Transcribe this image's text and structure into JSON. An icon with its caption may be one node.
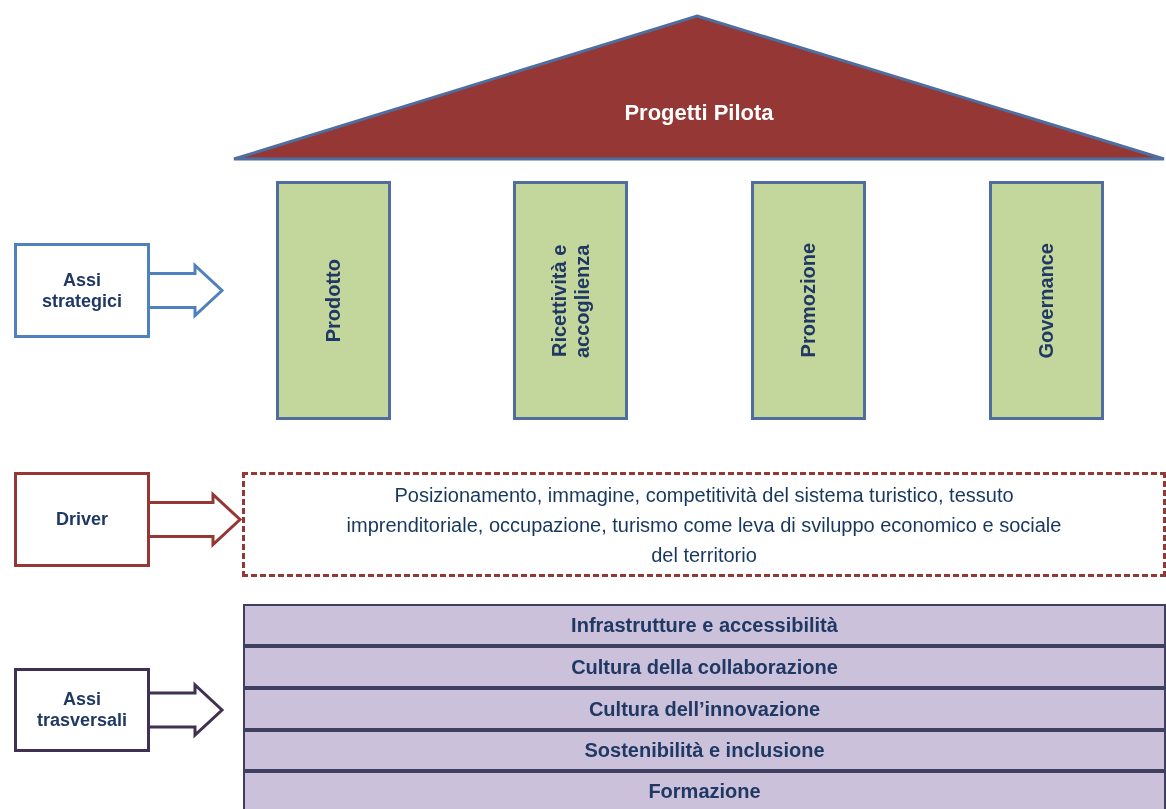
{
  "diagram": {
    "nodes": [
      {
        "text": [
          "Progetti Pilota"
        ]
      },
      {
        "text": [
          "Prodotto"
        ]
      },
      {
        "text": [
          "Ricettività e accoglienza"
        ]
      },
      {
        "text": [
          "Promozione"
        ]
      },
      {
        "text": [
          "Governance"
        ]
      },
      {
        "text": [
          "Assi strategici"
        ]
      },
      {
        "text": [
          "Driver"
        ]
      },
      {
        "text": [
          "Posizionamento, immagine, competitività del sistema turistico, tessuto imprenditoriale, occupazione, turismo come leva di sviluppo economico e sociale del territorio"
        ]
      },
      {
        "text": [
          "Assi trasversali"
        ]
      },
      {
        "text": [
          "Infrastrutture e accessibilità"
        ]
      },
      {
        "text": [
          "Cultura della collaborazione"
        ]
      },
      {
        "text": [
          "Cultura dell’innovazione"
        ]
      },
      {
        "text": [
          "Sostenibilità e inclusione"
        ]
      },
      {
        "text": [
          "Formazione"
        ]
      }
    ],
    "edges": [
      {
        "from": 5,
        "to": null,
        "arrow": "to",
        "color": "#4f81bd"
      },
      {
        "from": 6,
        "to": 7,
        "arrow": "to",
        "color": "#953735"
      },
      {
        "from": 8,
        "to": null,
        "arrow": "to",
        "color": "#403152"
      }
    ]
  }
}
